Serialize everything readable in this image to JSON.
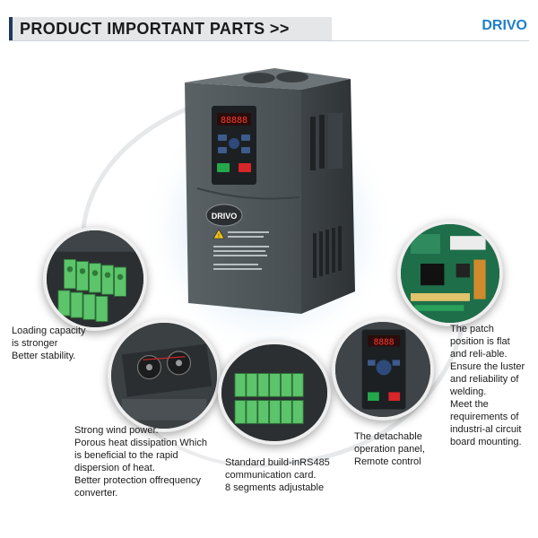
{
  "header": {
    "title": "PRODUCT IMPORTANT PARTS >>",
    "brand": "DRIVO"
  },
  "device": {
    "logo_text": "DRIVO",
    "display_text": "88888"
  },
  "colors": {
    "accent_navy": "#1e3a5c",
    "brand_blue": "#1f7fc8",
    "terminal_green": "#5cc46a",
    "device_gray": "#4a5154"
  },
  "icons": [
    "warning-icon",
    "run-key-icon",
    "stop-key-icon",
    "cooling-fan-icon"
  ],
  "callouts": {
    "loading": {
      "lines": [
        "Loading capacity",
        "is stronger",
        "Better stability."
      ]
    },
    "fan": {
      "lines": [
        "Strong wind power.",
        "Porous heat dissipation Which",
        "is beneficial to the rapid",
        "dispersion of heat.",
        "Better protection offrequency",
        "converter."
      ]
    },
    "rs485": {
      "lines": [
        "Standard build-inRS485",
        "communication card.",
        "8 segments adjustable"
      ]
    },
    "panel": {
      "lines": [
        "The detachable",
        "operation panel,",
        "Remote control"
      ]
    },
    "patch": {
      "lines": [
        "The patch",
        "position is flat",
        "and reli-able.",
        "Ensure the luster",
        "and reliability of",
        "welding.",
        "Meet the",
        "requirements of",
        "industri-al circuit",
        "board mounting."
      ]
    }
  }
}
